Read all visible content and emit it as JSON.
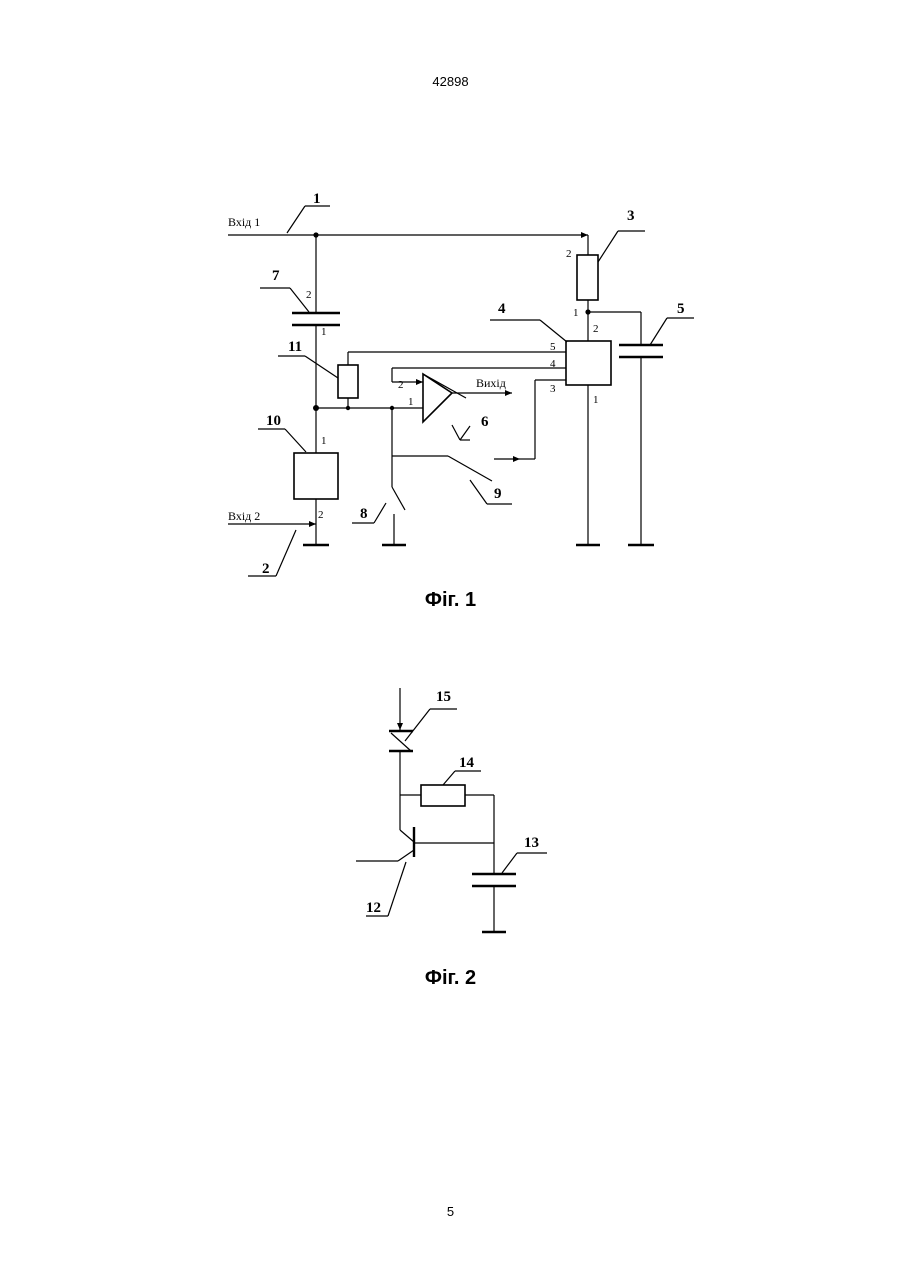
{
  "page": {
    "header": "42898",
    "page_number": "5"
  },
  "fig1": {
    "caption": "Фіг. 1",
    "input1_label": "Вхід 1",
    "input2_label": "Вхід 2",
    "output_label": "Вихід",
    "refs": [
      "1",
      "2",
      "3",
      "4",
      "5",
      "6",
      "7",
      "8",
      "9",
      "10",
      "11"
    ],
    "pins": {
      "r3_top": "2",
      "r3_bottom": "1",
      "c7_top": "2",
      "c7_bottom": "1",
      "b4_pin2": "2",
      "b4_pin5": "5",
      "b4_pin4": "4",
      "b4_pin3": "3",
      "b4_pin1": "1",
      "op_in1": "1",
      "op_in2": "2",
      "b10_top": "1",
      "b10_bottom": "2"
    }
  },
  "fig2": {
    "caption": "Фіг. 2",
    "refs": [
      "12",
      "13",
      "14",
      "15"
    ]
  }
}
